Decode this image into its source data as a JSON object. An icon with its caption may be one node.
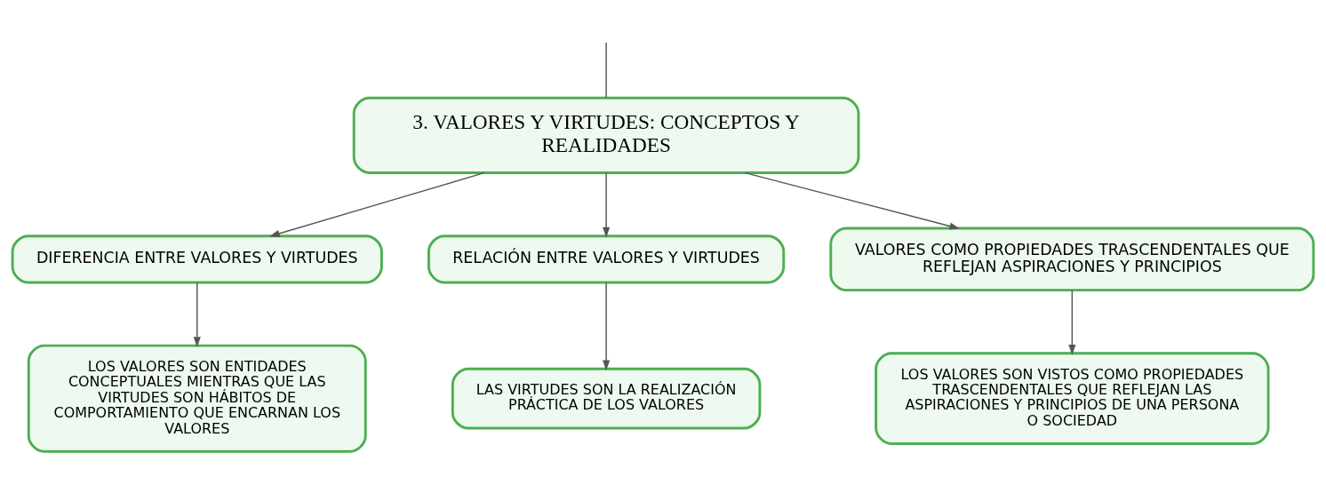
{
  "diagram": {
    "nodes": [
      {
        "text": [
          "3. VALORES Y VIRTUDES: CONCEPTOS Y REALIDADES"
        ]
      },
      {
        "text": [
          "DIFERENCIA ENTRE VALORES Y VIRTUDES"
        ]
      },
      {
        "text": [
          "RELACIÓN ENTRE VALORES Y VIRTUDES"
        ]
      },
      {
        "text": [
          "VALORES COMO PROPIEDADES TRASCENDENTALES QUE REFLEJAN ASPIRACIONES Y PRINCIPIOS"
        ]
      },
      {
        "text": [
          "LOS VALORES SON ENTIDADES CONCEPTUALES MIENTRAS QUE LAS VIRTUDES SON HÁBITOS DE COMPORTAMIENTO QUE ENCARNAN LOS VALORES"
        ]
      },
      {
        "text": [
          "LAS VIRTUDES SON LA REALIZACIÓN PRÁCTICA DE LOS VALORES"
        ]
      },
      {
        "text": [
          "LOS VALORES SON VISTOS COMO PROPIEDADES TRASCENDENTALES QUE REFLEJAN LAS ASPIRACIONES Y PRINCIPIOS DE UNA PERSONA O SOCIEDAD"
        ]
      }
    ],
    "edges": [
      {
        "from": null,
        "to": 0,
        "arrow": "none"
      },
      {
        "from": 0,
        "to": 1,
        "arrow": "to"
      },
      {
        "from": 0,
        "to": 2,
        "arrow": "to"
      },
      {
        "from": 0,
        "to": 3,
        "arrow": "to"
      },
      {
        "from": 1,
        "to": 4,
        "arrow": "to"
      },
      {
        "from": 2,
        "to": 5,
        "arrow": "to"
      },
      {
        "from": 3,
        "to": 6,
        "arrow": "to"
      }
    ]
  }
}
